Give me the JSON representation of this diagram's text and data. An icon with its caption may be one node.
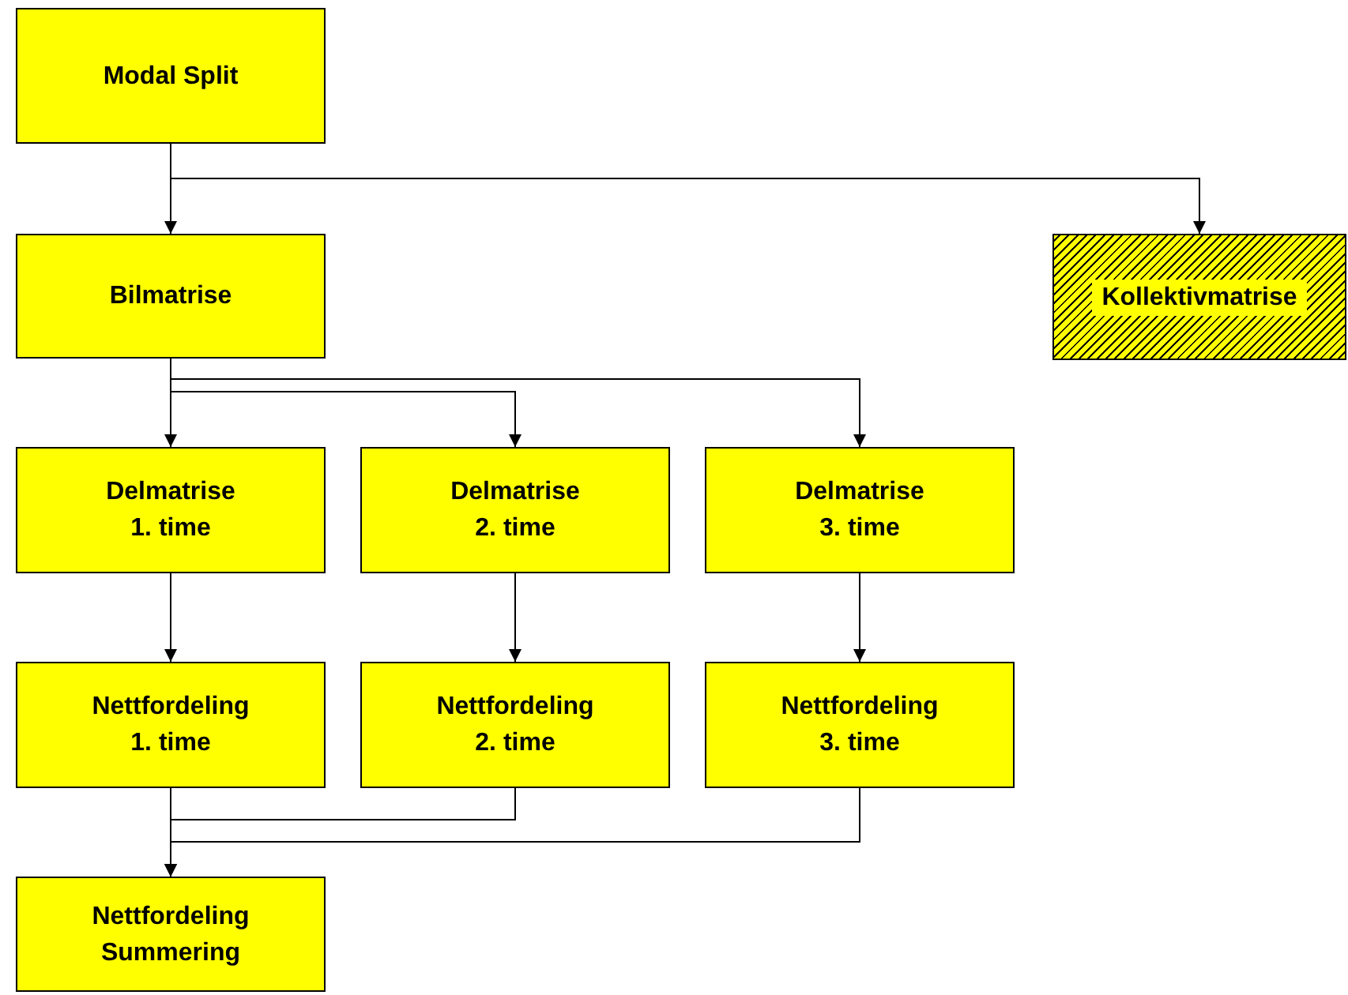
{
  "diagram": {
    "nodes": [
      {
        "text": [
          "Modal Split"
        ]
      },
      {
        "text": [
          "Bilmatrise"
        ]
      },
      {
        "text": [
          "Kollektivmatrise"
        ]
      },
      {
        "text": [
          "Delmatrise 1. time"
        ]
      },
      {
        "text": [
          "Delmatrise 2. time"
        ]
      },
      {
        "text": [
          "Delmatrise 3. time"
        ]
      },
      {
        "text": [
          "Nettfordeling 1. time"
        ]
      },
      {
        "text": [
          "Nettfordeling 2. time"
        ]
      },
      {
        "text": [
          "Nettfordeling 3. time"
        ]
      },
      {
        "text": [
          "Nettfordeling Summering"
        ]
      }
    ],
    "edges": [
      {
        "from": 0,
        "to": 1,
        "arrow": "to"
      },
      {
        "from": 0,
        "to": 2,
        "arrow": "to"
      },
      {
        "from": 1,
        "to": 3,
        "arrow": "to"
      },
      {
        "from": 1,
        "to": 4,
        "arrow": "to"
      },
      {
        "from": 1,
        "to": 5,
        "arrow": "to"
      },
      {
        "from": 3,
        "to": 6,
        "arrow": "to"
      },
      {
        "from": 4,
        "to": 7,
        "arrow": "to"
      },
      {
        "from": 5,
        "to": 8,
        "arrow": "to"
      },
      {
        "from": 6,
        "to": 9,
        "arrow": "to"
      },
      {
        "from": 7,
        "to": 9,
        "arrow": "to"
      },
      {
        "from": 8,
        "to": 9,
        "arrow": "to"
      }
    ]
  }
}
